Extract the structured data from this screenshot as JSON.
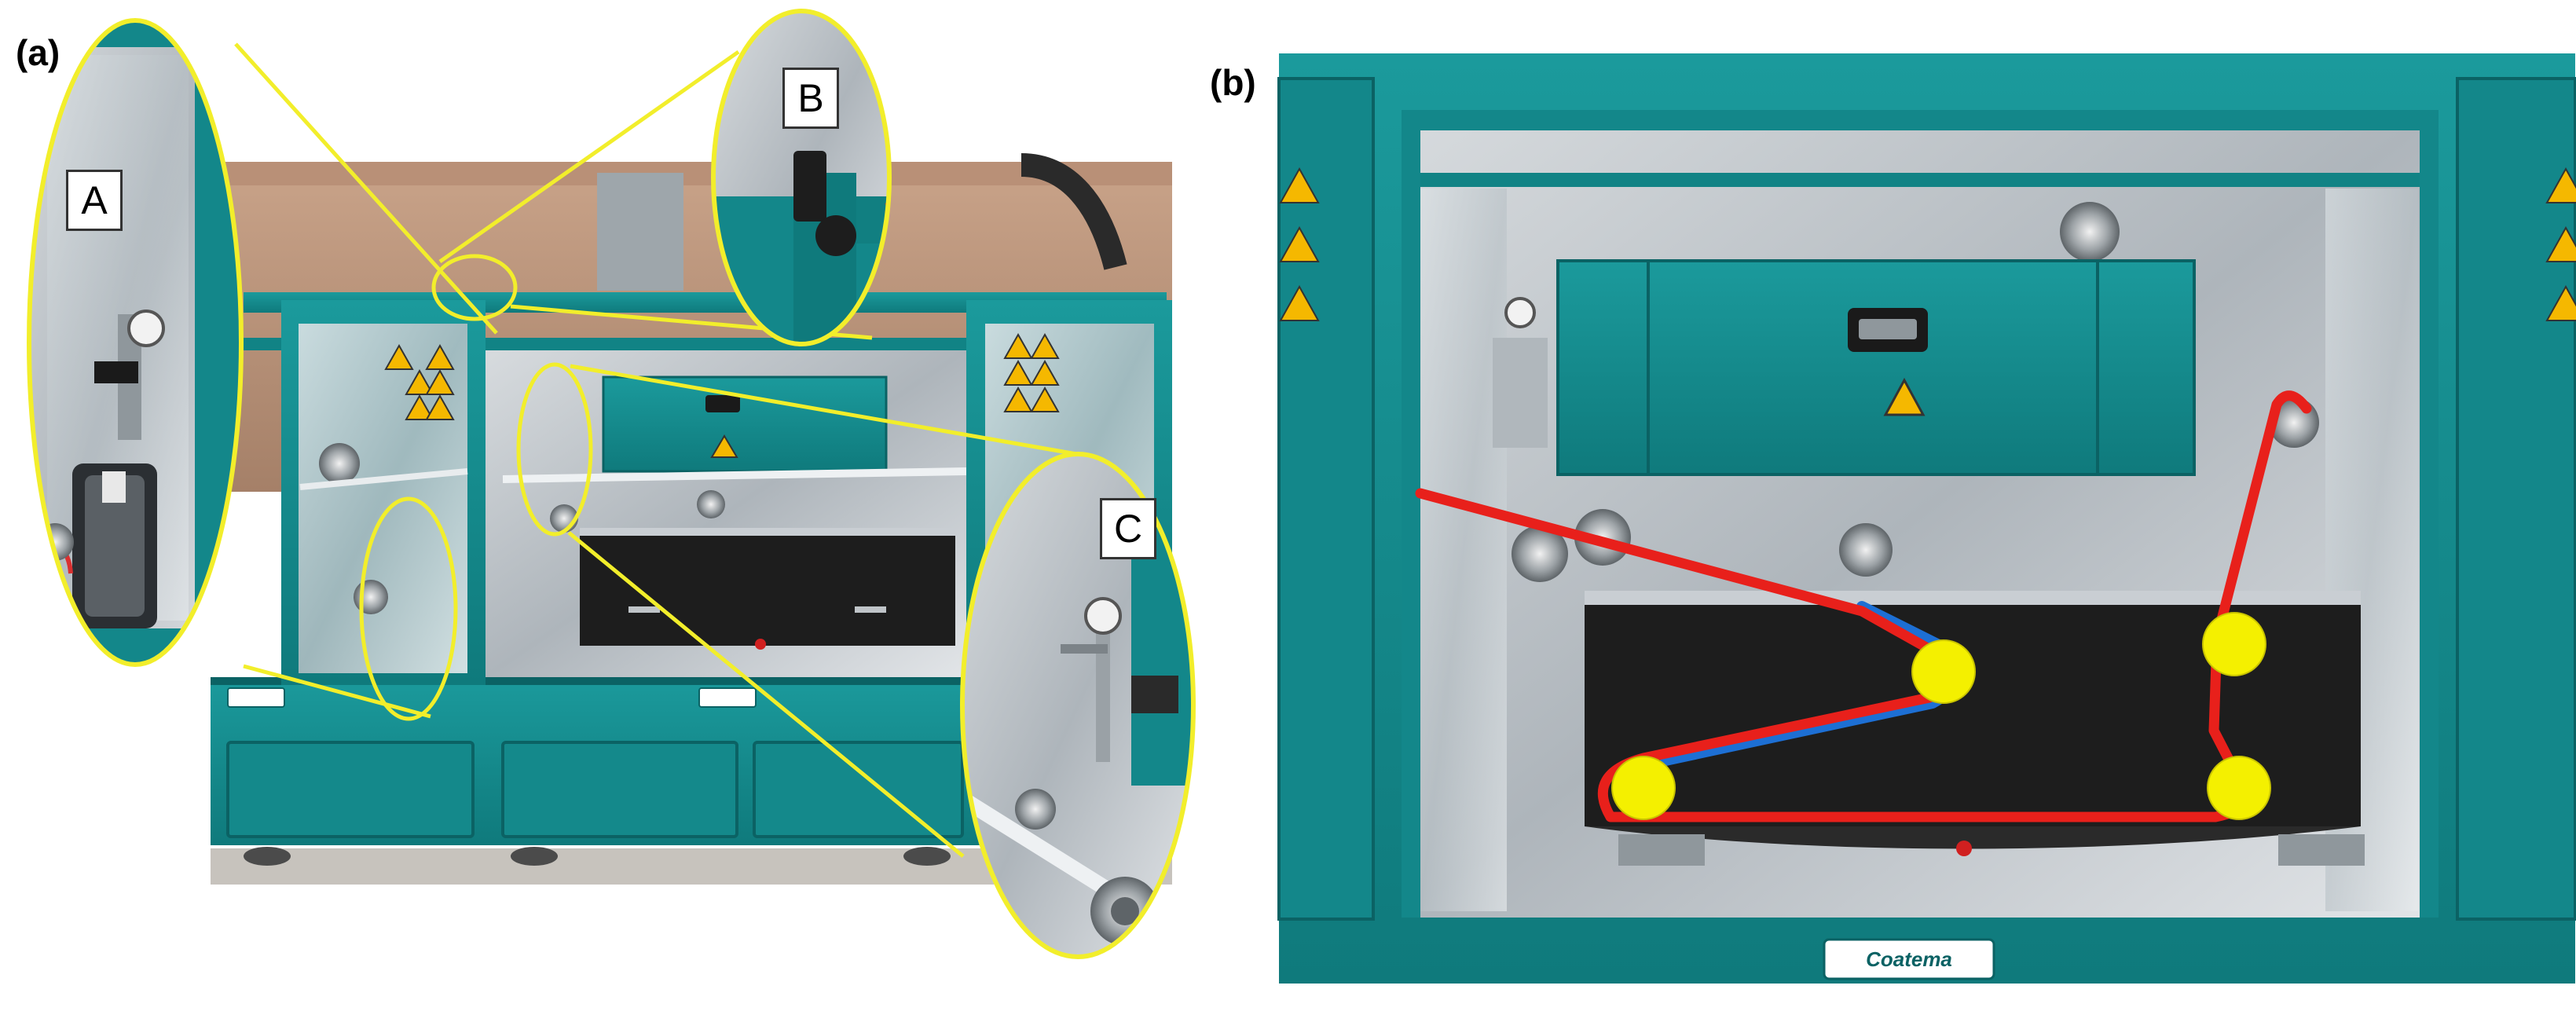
{
  "panels": {
    "a": "(a)",
    "b": "(b)"
  },
  "callouts": {
    "a": "A",
    "b": "B",
    "c": "C"
  },
  "brand": "Coatema",
  "colors": {
    "teal": "#13878a",
    "teal_dark": "#0b6264",
    "teal_light": "#1ea3a5",
    "highlight": "#f2ee2b",
    "web_red": "#e8201b",
    "web_blue": "#1d6fd4",
    "roller_yellow": "#f4f000",
    "tank": "#1d1d1d",
    "warning": "#f5b800",
    "steel": "#c9ced3"
  }
}
